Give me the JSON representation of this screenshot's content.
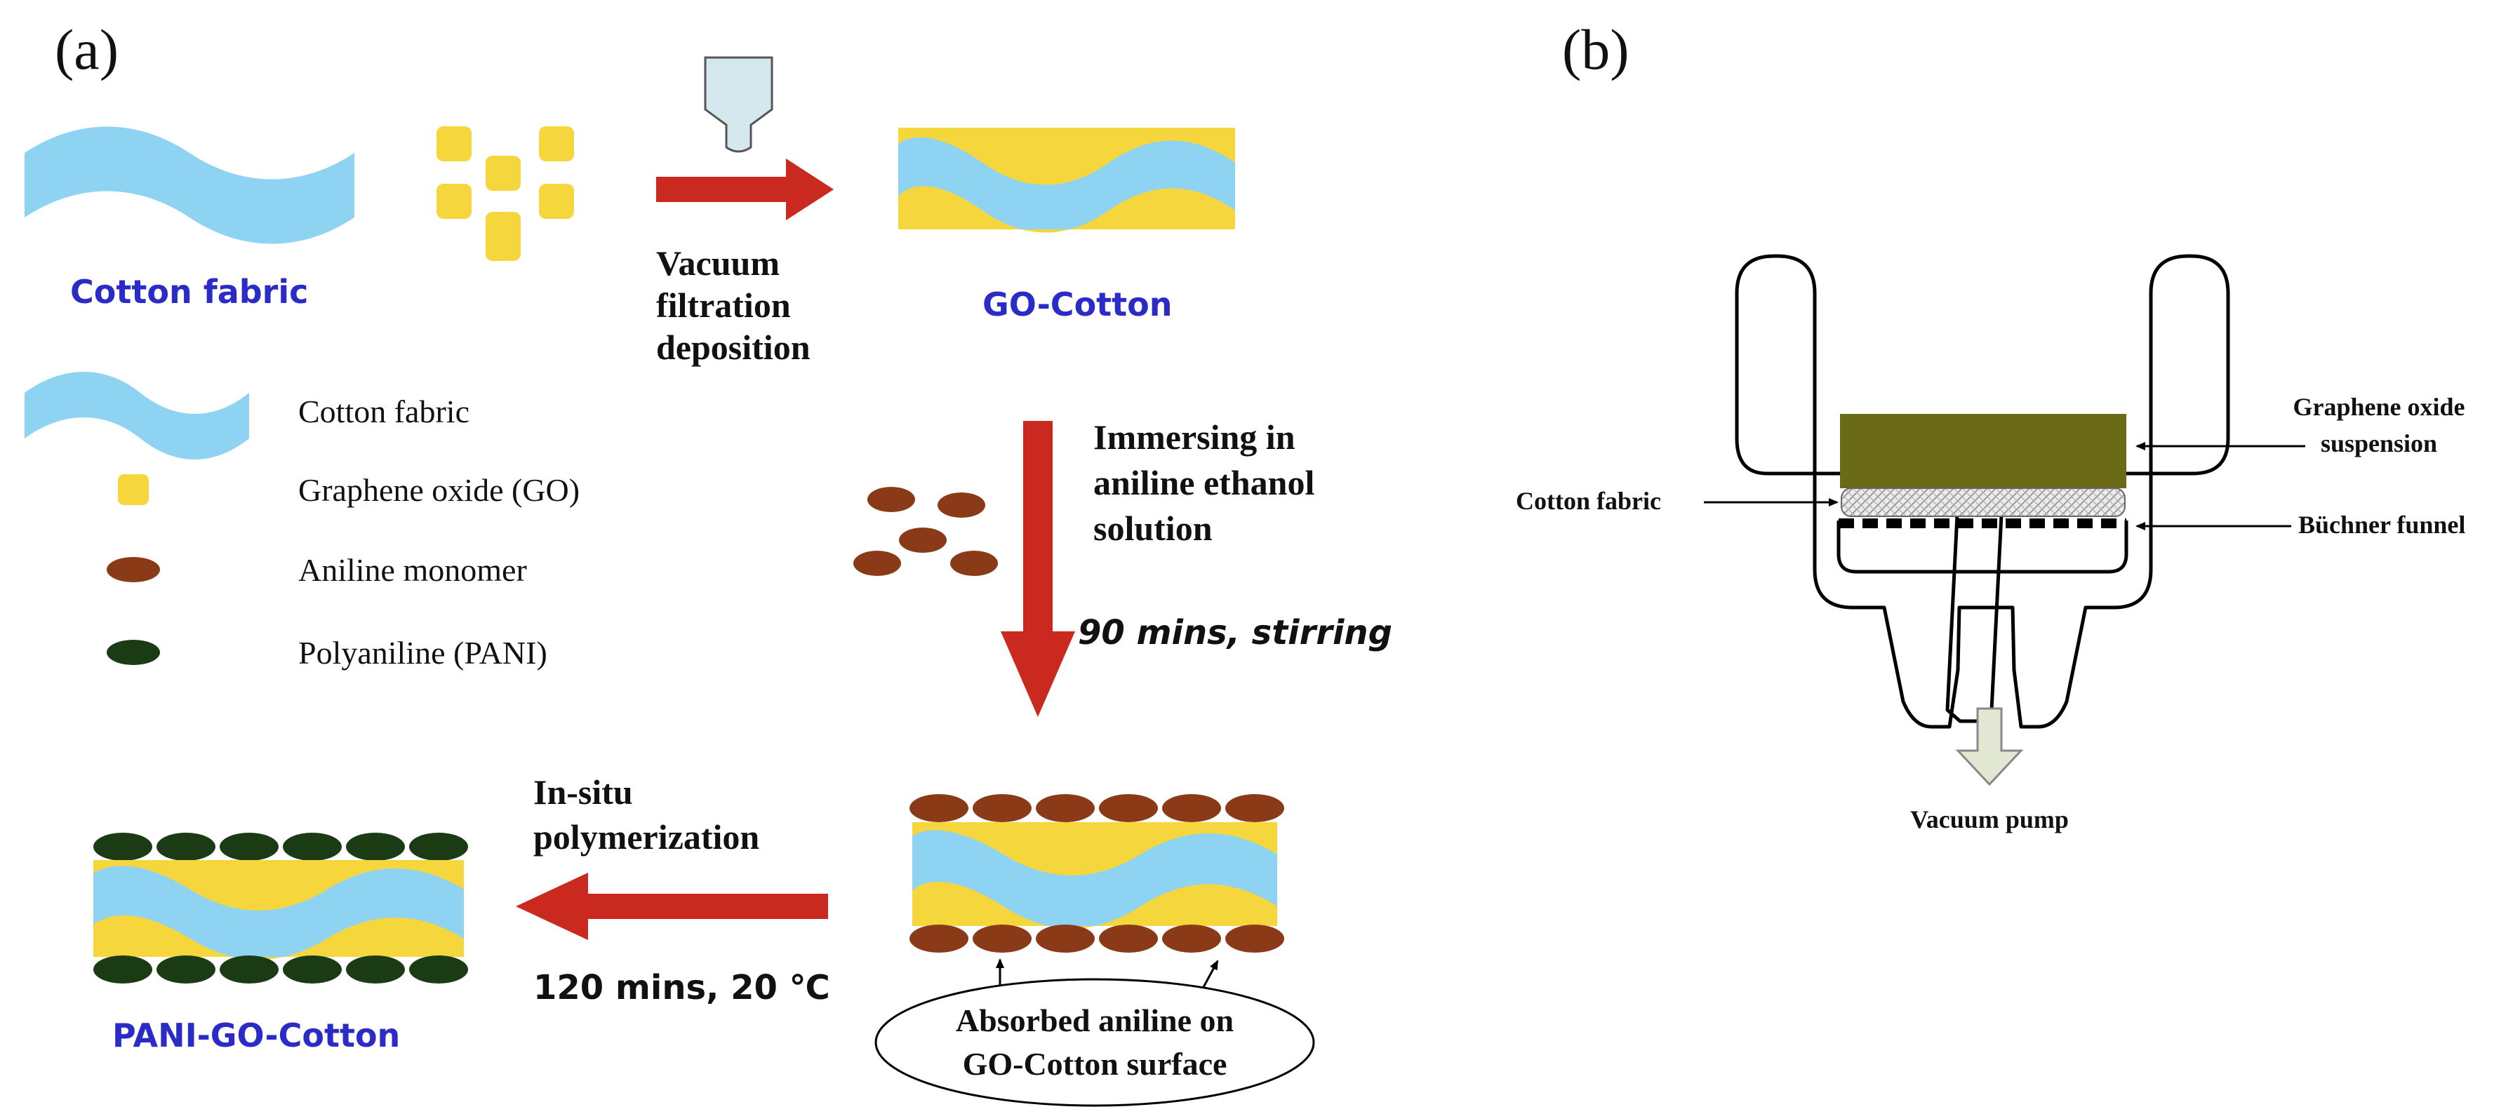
{
  "panel_a": {
    "label": "(a)",
    "sample_labels": {
      "cotton": "Cotton fabric",
      "go_cotton": "GO-Cotton",
      "pani_go_cotton": "PANI-GO-Cotton"
    },
    "steps": {
      "vacuum_filtration": [
        "Vacuum",
        "filtration",
        "deposition"
      ],
      "immersing": [
        "Immersing in",
        "aniline ethanol",
        "solution"
      ],
      "stirring_condition": "90 mins, stirring",
      "polymerization": [
        "In-situ",
        "polymerization"
      ],
      "polymerization_condition": "120 mins, 20 ℃"
    },
    "legend": [
      {
        "label": "Cotton fabric",
        "icon": "cotton-wave"
      },
      {
        "label": "Graphene oxide (GO)",
        "icon": "go-square"
      },
      {
        "label": "Aniline monomer",
        "icon": "aniline-ellipse"
      },
      {
        "label": "Polyaniline (PANI)",
        "icon": "pani-ellipse"
      }
    ],
    "callout": [
      "Absorbed aniline on",
      "GO-Cotton surface"
    ]
  },
  "panel_b": {
    "label": "(b)",
    "labels": {
      "graphene_suspension": [
        "Graphene oxide",
        "suspension"
      ],
      "cotton_fabric": "Cotton fabric",
      "buchner_funnel": "Büchner funnel",
      "vacuum_pump": "Vacuum pump"
    }
  },
  "colors": {
    "cotton_blue": "#8fd3f3",
    "go_yellow": "#f5d63d",
    "aniline_brown": "#8b3a17",
    "pani_green": "#1b3b14",
    "arrow_red": "#c9291f",
    "label_blue": "#2b2bc8",
    "suspension_olive": "#6b6b17",
    "nozzle_blue": "#d5e8ee",
    "pump_arrow": "#e3e8d4"
  }
}
